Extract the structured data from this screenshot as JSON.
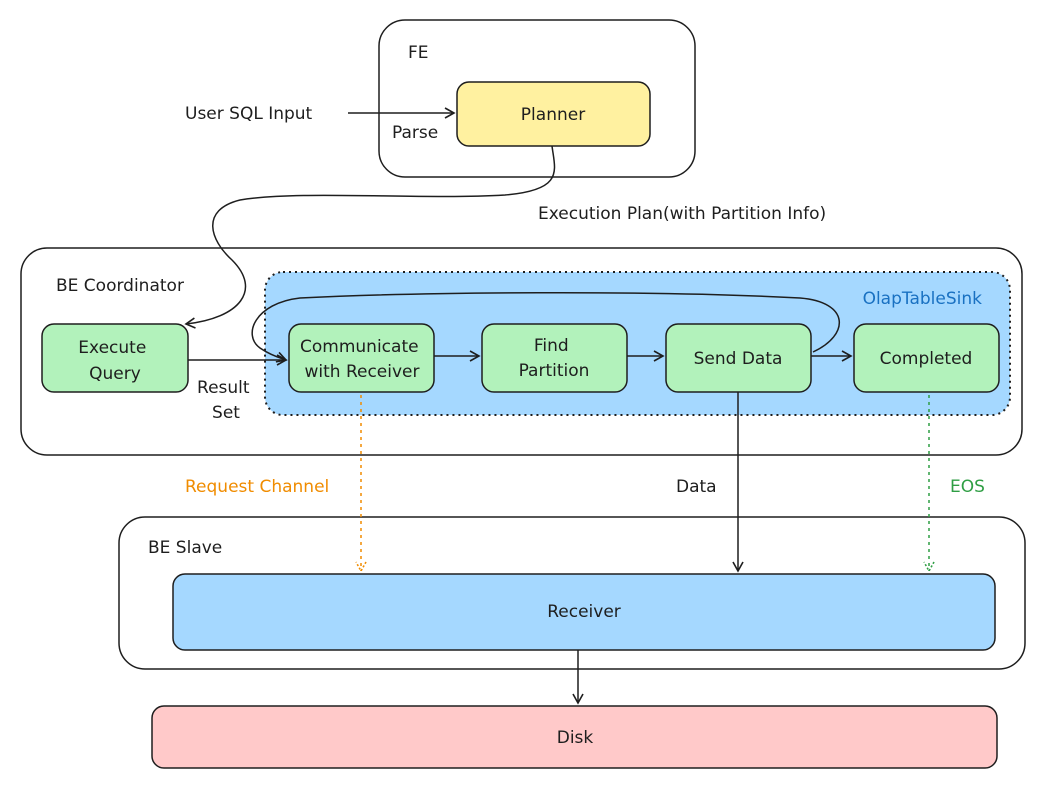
{
  "containers": {
    "fe": "FE",
    "be_coordinator": "BE Coordinator",
    "olap_table_sink": "OlapTableSink",
    "be_slave": "BE Slave"
  },
  "nodes": {
    "planner": "Planner",
    "execute_query": [
      "Execute",
      "Query"
    ],
    "communicate": [
      "Communicate",
      "with Receiver"
    ],
    "find_partition": [
      "Find",
      "Partition"
    ],
    "send_data": "Send Data",
    "completed": "Completed",
    "receiver": "Receiver",
    "disk": "Disk"
  },
  "edge_labels": {
    "user_sql_input": "User SQL Input",
    "parse": "Parse",
    "execution_plan": "Execution Plan(with Partition Info)",
    "result_set": [
      "Result",
      "Set"
    ],
    "request_channel": "Request Channel",
    "data": "Data",
    "eos": "EOS"
  },
  "colors": {
    "planner_fill": "#fff1a0",
    "process_fill": "#b2f2bb",
    "sink_fill": "#a5d8ff",
    "receiver_fill": "#a5d8ff",
    "disk_fill": "#ffc9c9",
    "request_channel": "#f08c00",
    "eos": "#2f9e44",
    "sink_label": "#1971c2",
    "stroke": "#1e1e1e"
  }
}
